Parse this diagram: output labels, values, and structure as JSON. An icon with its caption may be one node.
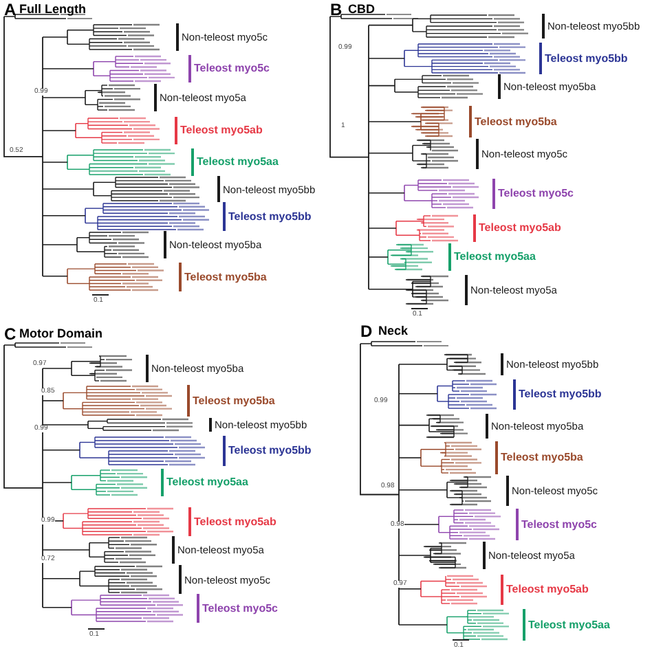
{
  "diagram": {
    "labels": [
      "A",
      "Full Length",
      "0.99",
      "0.52",
      "Non-teleost myo5c",
      "Teleost myo5c",
      "Non-teleost myo5a",
      "Teleost myo5ab",
      "Teleost myo5aa",
      "Non-teleost myo5bb",
      "Teleost myo5bb",
      "Non-teleost myo5ba",
      "Teleost myo5ba",
      "0.1",
      "B",
      "CBD",
      "0.99",
      "1",
      "Non-teleost myo5bb",
      "Teleost myo5bb",
      "Non-teleost myo5ba",
      "Teleost myo5ba",
      "Non-teleost myo5c",
      "Teleost myo5c",
      "Teleost myo5ab",
      "Teleost myo5aa",
      "Non-teleost myo5a",
      "0.1",
      "C",
      "Motor Domain",
      "0.97",
      "0.85",
      "0.99",
      "0.99",
      "0.72",
      "Non-teleost myo5ba",
      "Teleost myo5ba",
      "Non-teleost myo5bb",
      "Teleost myo5bb",
      "Teleost myo5aa",
      "Teleost myo5ab",
      "Non-teleost myo5a",
      "Non-teleost myo5c",
      "Teleost myo5c",
      "0.1",
      "D",
      "Neck",
      "0.99",
      "0.98",
      "0.98",
      "0.97",
      "Non-teleost myo5bb",
      "Teleost myo5bb",
      "Non-teleost myo5ba",
      "Teleost myo5ba",
      "Non-teleost myo5c",
      "Teleost myo5c",
      "Non-teleost myo5a",
      "Teleost myo5ab",
      "Teleost myo5aa",
      "0.1"
    ]
  }
}
